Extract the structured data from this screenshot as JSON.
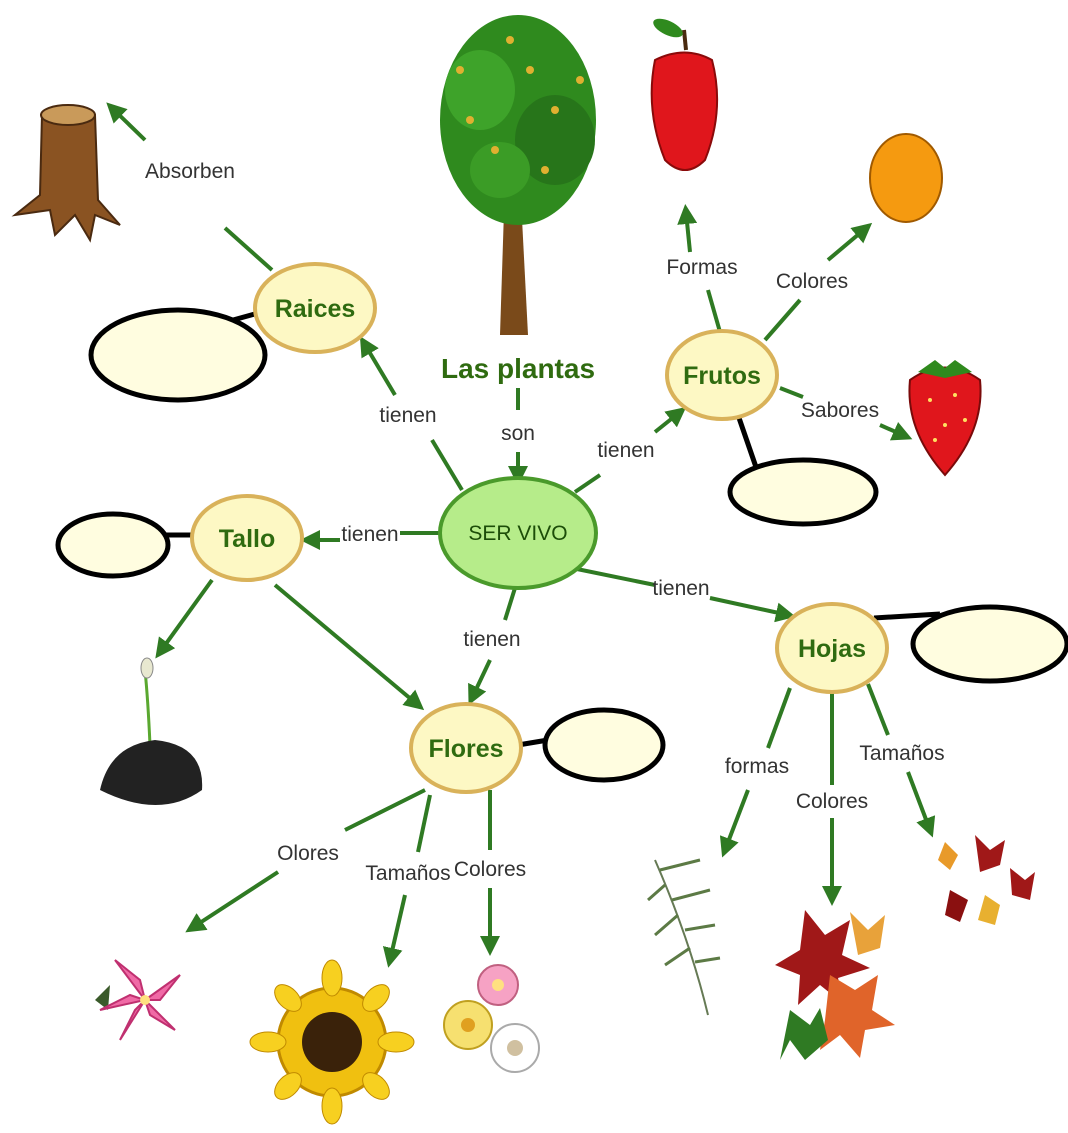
{
  "title": "Las plantas",
  "center": "SER VIVO",
  "nodes": {
    "raices": "Raices",
    "tallo": "Tallo",
    "frutos": "Frutos",
    "hojas": "Hojas",
    "flores": "Flores"
  },
  "links": {
    "son": "son",
    "tienen_raices": "tienen",
    "tienen_tallo": "tienen",
    "tienen_frutos": "tienen",
    "tienen_hojas": "tienen",
    "tienen_flores": "tienen",
    "absorben": "Absorben",
    "frutos_formas": "Formas",
    "frutos_colores": "Colores",
    "frutos_sabores": "Sabores",
    "hojas_formas": "formas",
    "hojas_colores": "Colores",
    "hojas_tamanos": "Tamaños",
    "flores_olores": "Olores",
    "flores_tamanos": "Tamaños",
    "flores_colores": "Colores"
  },
  "colors": {
    "node_fill": "#fdf8c4",
    "node_border": "#d9b25a",
    "center_fill": "#b6ec8a",
    "center_border": "#4a9a2b",
    "edge": "#2f7a23"
  },
  "pictures": [
    "tree-icon",
    "apple-icon",
    "orange-icon",
    "strawberry-icon",
    "stump-icon",
    "sprout-icon",
    "palm-leaf-icon",
    "maple-leaves-icon",
    "autumn-leaves-icon",
    "lily-icon",
    "sunflower-icon",
    "daisies-icon"
  ]
}
